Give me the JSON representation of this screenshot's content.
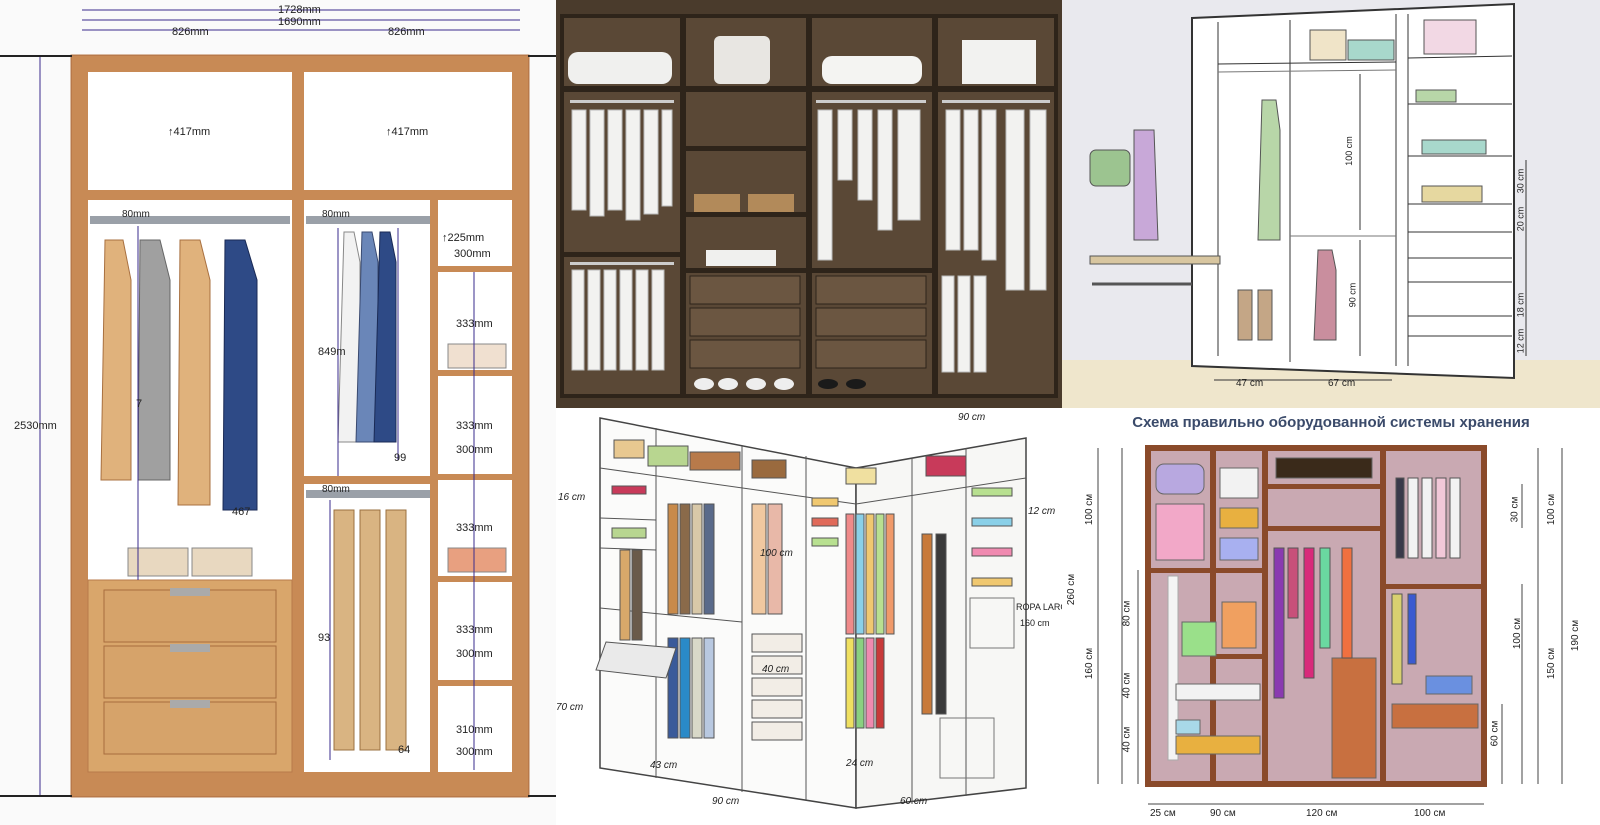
{
  "panel1": {
    "dims": {
      "total_outer": "1728mm",
      "total_inner": "1690mm",
      "left_width": "826mm",
      "right_width": "826mm",
      "height": "2530mm",
      "top_left": "↑417mm",
      "top_right": "↑417mm",
      "rail_left": "80mm",
      "rail_mid": "80mm",
      "rail_low": "80mm",
      "shelf_top": "↑225mm",
      "shelf_300_1": "300mm",
      "shelf_333_1": "333mm",
      "shelf_333_2": "333mm",
      "shelf_300_2": "300mm",
      "shelf_333_3": "333mm",
      "shelf_333_4": "333mm",
      "shelf_300_3": "300mm",
      "shelf_310": "310mm",
      "shelf_300_4": "300mm",
      "hang_849": "849m",
      "hang_93": "93",
      "num_99": "99",
      "num_467": "467",
      "num_64": "64",
      "num_7": "7"
    }
  },
  "panel3": {
    "dims": {
      "upper_hang": "100 cm",
      "lower_hang": "90 cm",
      "shelf_30": "30 cm",
      "shelf_20": "20 cm",
      "shelf_18": "18 cm",
      "shelf_12": "12 cm",
      "width_left": "47 cm",
      "width_mid": "67 cm"
    }
  },
  "panel4": {
    "dims": {
      "d16": "16 cm",
      "d12": "12 cm",
      "d90": "90 cm",
      "d24": "24 cm",
      "d60": "60 cm",
      "d70": "70 cm",
      "d43": "43 cm",
      "d90b": "90 cm",
      "d40": "40 cm",
      "ropa": "ROPA LARGA",
      "ropa_dim": "160 cm",
      "d100": "100 cm"
    }
  },
  "panel5": {
    "title": "Схема правильно оборудованной системы хранения",
    "dims": {
      "left_100": "100 см",
      "left_260": "260 см",
      "left_160": "160 см",
      "mid_80": "80 см",
      "mid_40a": "40 см",
      "mid_40b": "40 см",
      "right_30": "30 см",
      "right_100a": "100 см",
      "right_100b": "100 см",
      "right_150": "150 см",
      "right_190": "190 см",
      "right_60": "60 см",
      "bottom_25": "25 см",
      "bottom_90": "90 см",
      "bottom_120": "120 см",
      "bottom_100": "100 см"
    }
  },
  "colors": {
    "wood_light": "#d9a66b",
    "wood_frame": "#b8794a",
    "wood_dark": "#4a3b2c",
    "dim_line": "#3a2b8c",
    "panel5_frame": "#8a4a2a",
    "panel5_bg": "#c9a9b2"
  }
}
